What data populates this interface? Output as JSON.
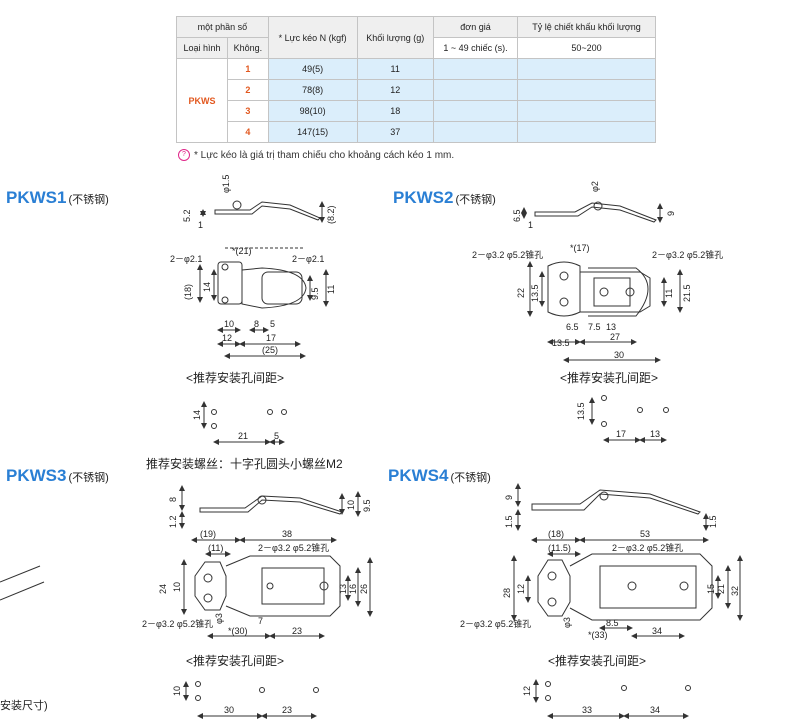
{
  "table": {
    "headers": {
      "part_number": "một phần số",
      "type": "Loại hình",
      "no": "Không.",
      "pull_force": "* Lực kéo N (kgf)",
      "weight": "Khối lượng (g)",
      "unit_price": "đơn giá",
      "discount": "Tỷ lệ chiết khấu khối lượng",
      "qty_range": "1 ~ 49 chiếc (s).",
      "discount_range": "50~200"
    },
    "type_value": "PKWS",
    "rows": [
      {
        "no": "1",
        "force": "49(5)",
        "weight": "11"
      },
      {
        "no": "2",
        "force": "78(8)",
        "weight": "12"
      },
      {
        "no": "3",
        "force": "98(10)",
        "weight": "18"
      },
      {
        "no": "4",
        "force": "147(15)",
        "weight": "37"
      }
    ],
    "note": "* Lực kéo là giá trị tham chiếu cho khoảng cách kéo 1 mm."
  },
  "models": [
    {
      "name": "PKWS1",
      "material": "(不锈钢)"
    },
    {
      "name": "PKWS2",
      "material": "(不锈钢)"
    },
    {
      "name": "PKWS3",
      "material": "(不锈钢)"
    },
    {
      "name": "PKWS4",
      "material": "(不锈钢)"
    }
  ],
  "recommended_label": "<推荐安装孔间距>",
  "screw_label": "推荐安装螺丝：十字孔圆头小螺丝M2",
  "cut_label": "安装尺寸)",
  "dims": {
    "pkws1": {
      "top": [
        "φ1.5",
        "5.2",
        "1",
        "(8.2)"
      ],
      "plan": [
        "2－φ2.1",
        "*(21)",
        "2－φ2.1",
        "(18)",
        "14",
        "9.5",
        "11",
        "10",
        "8",
        "5",
        "12",
        "17",
        "(25)"
      ],
      "holes": [
        "14",
        "21",
        "5"
      ]
    },
    "pkws2": {
      "top": [
        "φ2",
        "6.5",
        "1",
        "9"
      ],
      "plan": [
        "2－φ3.2 φ5.2锥孔",
        "*(17)",
        "2－φ3.2 φ5.2锥孔",
        "22",
        "13.5",
        "11",
        "21.5",
        "6.5",
        "7.5",
        "13",
        "13.5",
        "27",
        "30"
      ],
      "holes": [
        "13.5",
        "17",
        "13"
      ]
    },
    "pkws3": {
      "top": [
        "8",
        "1.2",
        "10",
        "9.5"
      ],
      "plan": [
        "(19)",
        "38",
        "(11)",
        "2－φ3.2 φ5.2锥孔",
        "24",
        "10",
        "13",
        "16",
        "26",
        "2－φ3.2 φ5.2锥孔",
        "φ3",
        "7",
        "*(30)",
        "23"
      ],
      "holes": [
        "10",
        "30",
        "23"
      ]
    },
    "pkws4": {
      "top": [
        "9",
        "1.5",
        "1.5"
      ],
      "plan": [
        "(18)",
        "53",
        "(11.5)",
        "2－φ3.2 φ5.2锥孔",
        "28",
        "12",
        "15",
        "21",
        "32",
        "2－φ3.2 φ5.2锥孔",
        "φ3",
        "8.5",
        "*(33)",
        "34"
      ],
      "holes": [
        "12",
        "33",
        "34"
      ]
    }
  }
}
